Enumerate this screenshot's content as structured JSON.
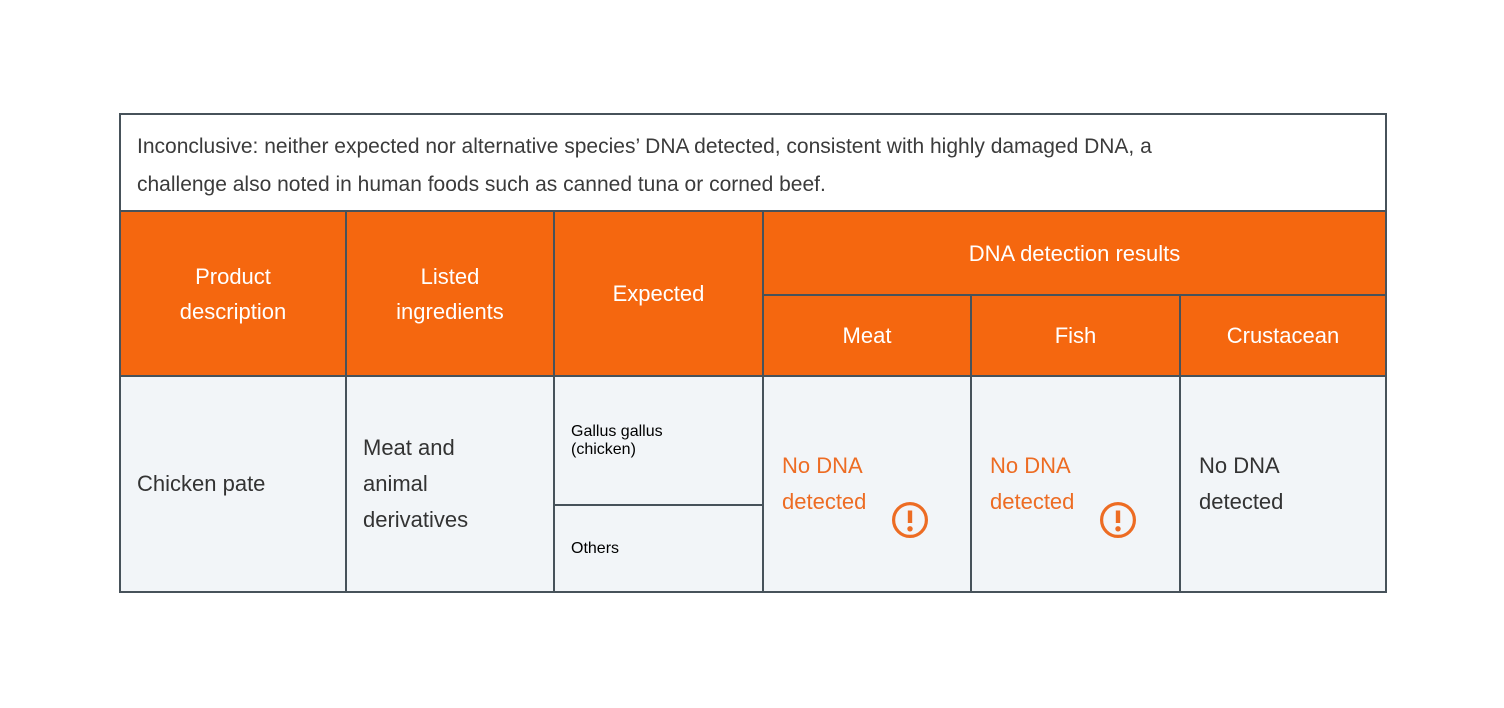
{
  "note": {
    "text": "Inconclusive: neither expected nor alternative species’ DNA detected, consistent with highly damaged DNA, a\nchallenge also noted in human foods such as canned tuna or corned beef."
  },
  "table": {
    "headers": {
      "product": "Product\ndescription",
      "ingredients": "Listed\ningredients",
      "expected": "Expected",
      "dna_group": "DNA detection results",
      "meat": "Meat",
      "fish": "Fish",
      "crustacean": "Crustacean"
    },
    "row": {
      "product": "Chicken pate",
      "ingredients": "Meat and\nanimal\nderivatives",
      "expected_primary": "Gallus gallus\n(chicken)",
      "expected_secondary": "Others",
      "meat": {
        "text": "No DNA\ndetected",
        "warning": true
      },
      "fish": {
        "text": "No DNA\ndetected",
        "warning": true
      },
      "crustacean": {
        "text": "No DNA\ndetected",
        "warning": false
      }
    }
  },
  "icons": {
    "warning": "exclamation-circle"
  },
  "colors": {
    "accent_orange": "#F5670F",
    "warning_orange": "#ED6C23",
    "border_slate": "#47525A",
    "body_background": "#F2F5F8",
    "text_dark": "#333333"
  }
}
